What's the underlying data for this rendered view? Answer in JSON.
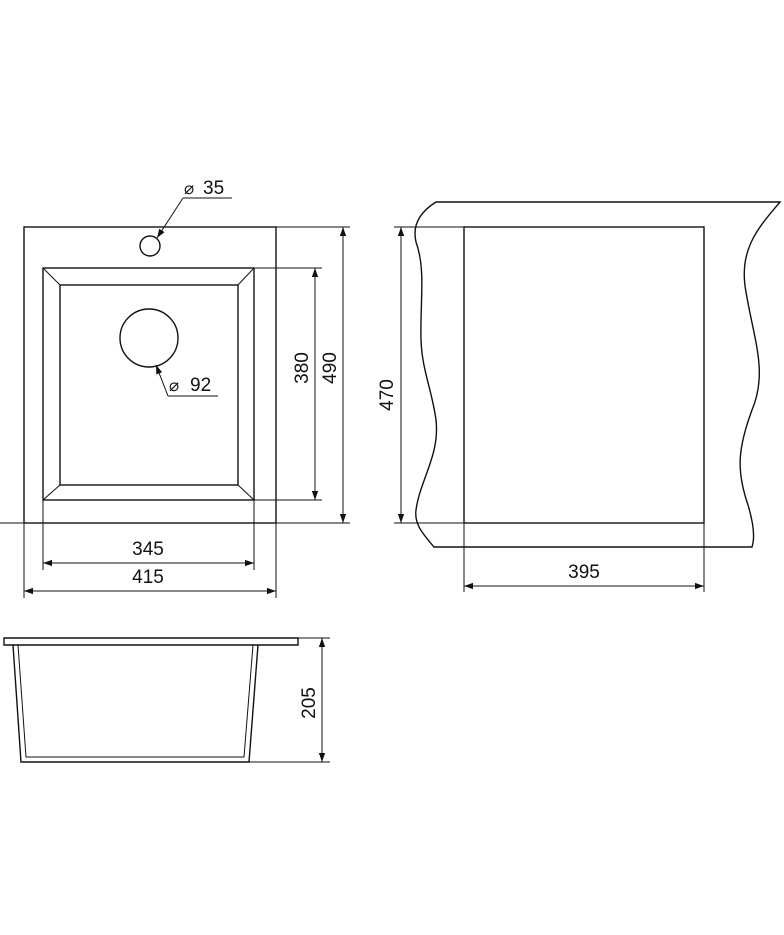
{
  "drawing": {
    "line_color": "#111111",
    "background": "#ffffff",
    "top_view": {
      "tap_hole": {
        "symbol": "⌀",
        "value": "35"
      },
      "drain_hole": {
        "symbol": "⌀",
        "value": "92"
      },
      "dim_bowl_height": "380",
      "dim_overall_height": "490",
      "dim_bowl_width": "345",
      "dim_overall_width": "415"
    },
    "cabinet_view": {
      "dim_height": "470",
      "dim_width": "395"
    },
    "side_view": {
      "dim_depth": "205"
    }
  }
}
